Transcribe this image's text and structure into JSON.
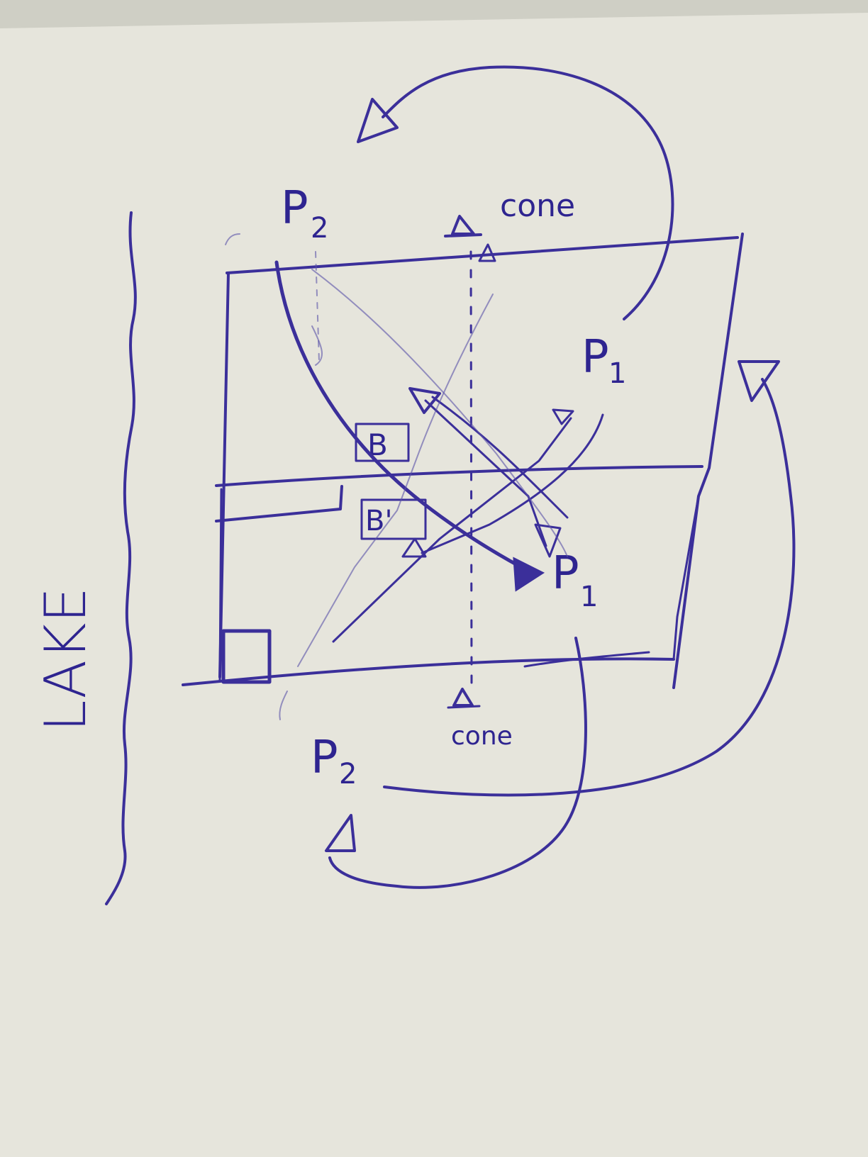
{
  "labels": {
    "lake": "LAKE",
    "p2_top": "P",
    "p2_top_sub": "2",
    "p1_right": "P",
    "p1_right_sub": "1",
    "p1_mid": "P",
    "p1_mid_sub": "1",
    "p2_bottom": "P",
    "p2_bottom_sub": "2",
    "cone_top": "cone",
    "cone_bottom": "cone",
    "box_b": "B",
    "box_b_prime": "B'"
  },
  "colors": {
    "paper": "#e6e5dc",
    "ink": "#3b2f9a"
  }
}
